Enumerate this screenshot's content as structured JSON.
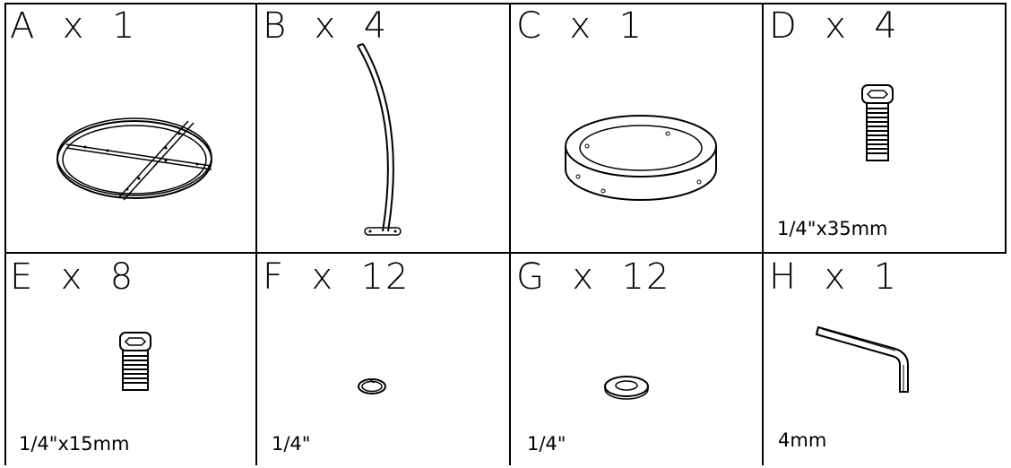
{
  "parts": [
    {
      "letter": "A",
      "qty_text": "A  x  1",
      "size": ""
    },
    {
      "letter": "B",
      "qty_text": "B  x  4",
      "size": ""
    },
    {
      "letter": "C",
      "qty_text": "C  x  1",
      "size": ""
    },
    {
      "letter": "D",
      "qty_text": "D  x  4",
      "size": "1/4\"x35mm"
    },
    {
      "letter": "E",
      "qty_text": "E  x  8",
      "size": "1/4\"x15mm"
    },
    {
      "letter": "F",
      "qty_text": "F  x  12",
      "size": "1/4\""
    },
    {
      "letter": "G",
      "qty_text": "G  x  12",
      "size": "1/4\""
    },
    {
      "letter": "H",
      "qty_text": "H  x  1",
      "size": "4mm"
    }
  ],
  "icons": [
    "round-frame-icon",
    "curved-leg-icon",
    "ring-icon",
    "long-bolt-icon",
    "short-bolt-icon",
    "split-washer-icon",
    "flat-washer-icon",
    "hex-key-icon"
  ]
}
